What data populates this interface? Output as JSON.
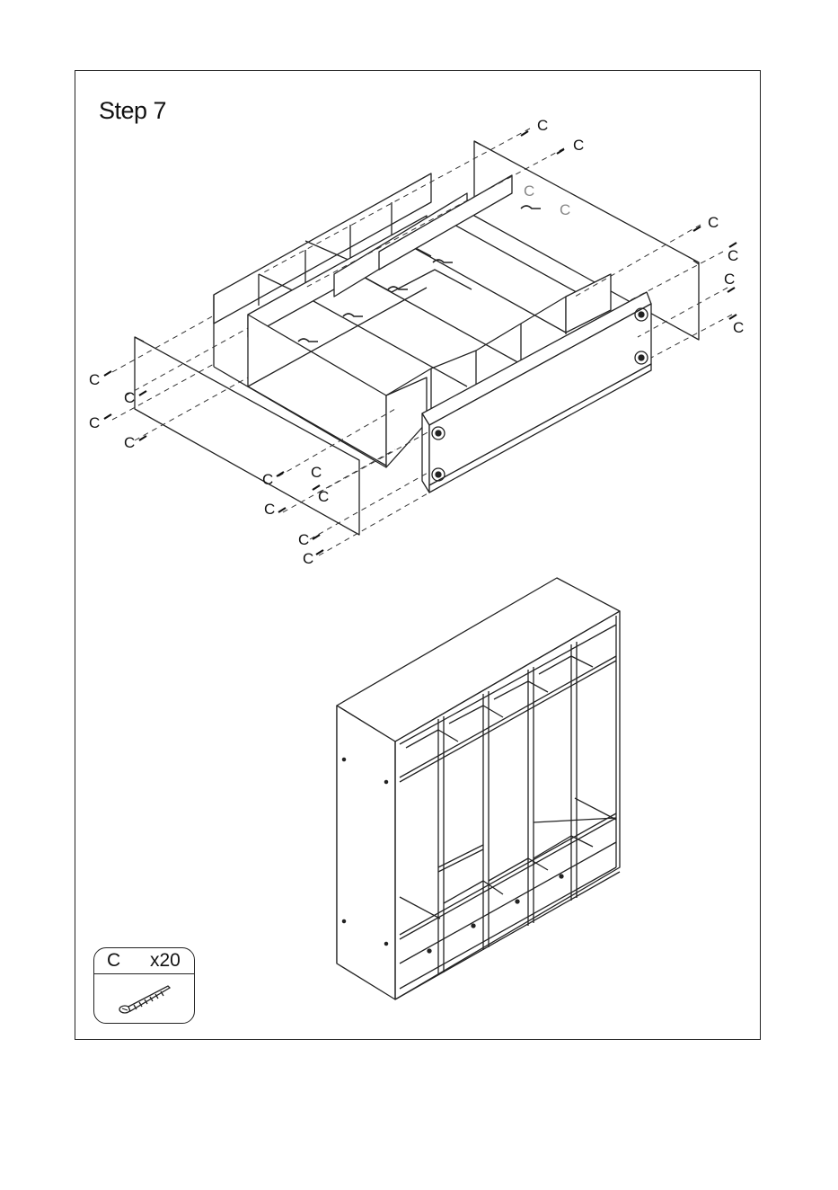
{
  "page": {
    "step_title": "Step 7"
  },
  "hardware": {
    "part_letter": "C",
    "quantity": "x20",
    "icon": "screw-icon"
  },
  "callouts": {
    "screw_label": "C"
  },
  "colors": {
    "line": "#222222",
    "dash": "#333333",
    "faded": "#888888",
    "background": "#ffffff"
  }
}
